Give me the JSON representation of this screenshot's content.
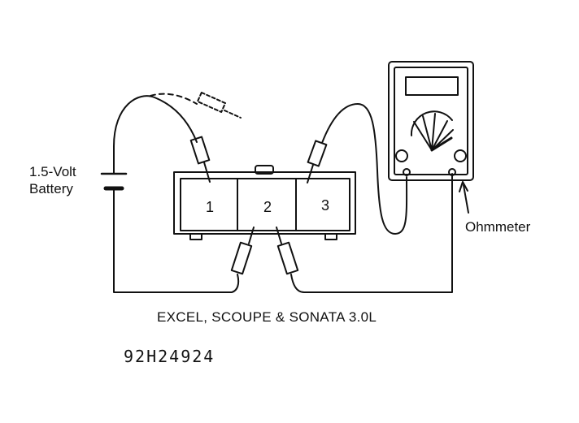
{
  "diagram": {
    "battery_label_line1": "1.5-Volt",
    "battery_label_line2": "Battery",
    "ohmmeter_label": "Ohmmeter",
    "terminals": [
      "1",
      "2",
      "3"
    ],
    "caption": "EXCEL, SCOUPE & SONATA 3.0L",
    "figure_code": "92H24924"
  },
  "colors": {
    "ink": "#111111",
    "background": "#ffffff"
  }
}
